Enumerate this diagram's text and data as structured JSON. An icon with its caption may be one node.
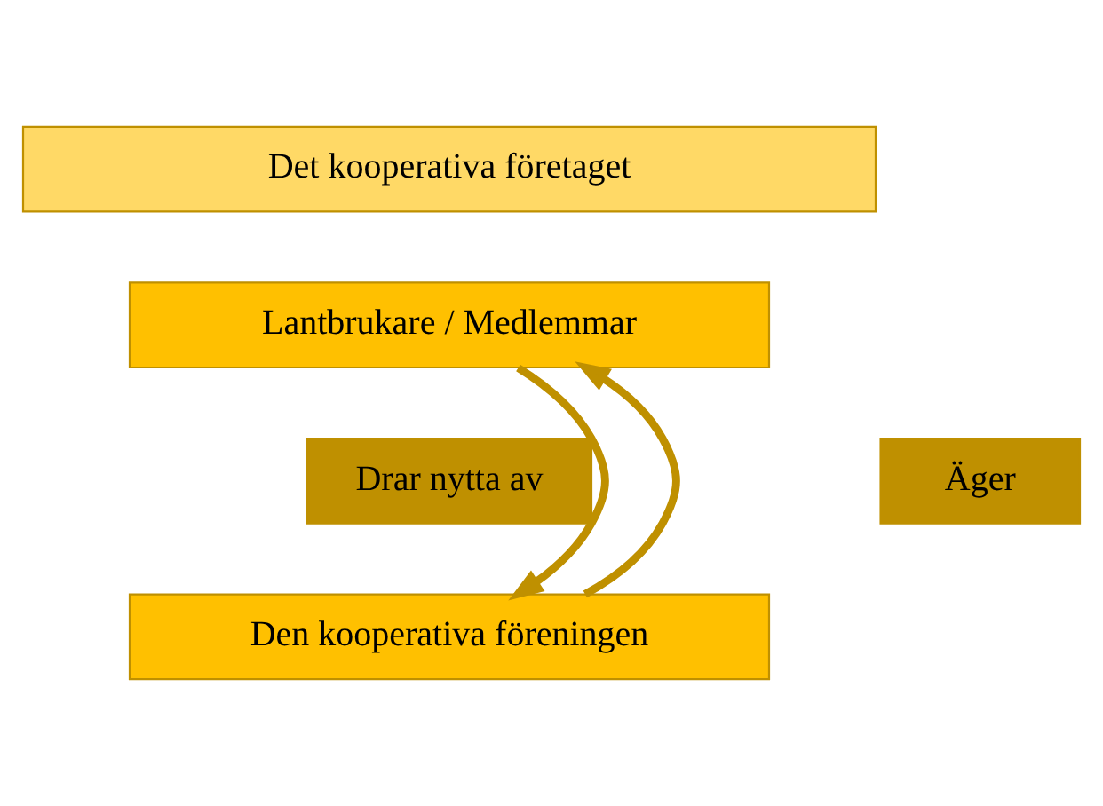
{
  "diagram": {
    "nodes": [
      {
        "text": [
          "Det kooperativa företaget"
        ]
      },
      {
        "text": [
          "Lantbrukare / Medlemmar"
        ]
      },
      {
        "text": [
          "Drar nytta av"
        ]
      },
      {
        "text": [
          "Äger"
        ]
      },
      {
        "text": [
          "Den kooperativa föreningen"
        ]
      }
    ],
    "edges": [
      {
        "from": 4,
        "to": 1,
        "arrow": "to"
      },
      {
        "from": 1,
        "to": 4,
        "arrow": "to"
      }
    ]
  }
}
